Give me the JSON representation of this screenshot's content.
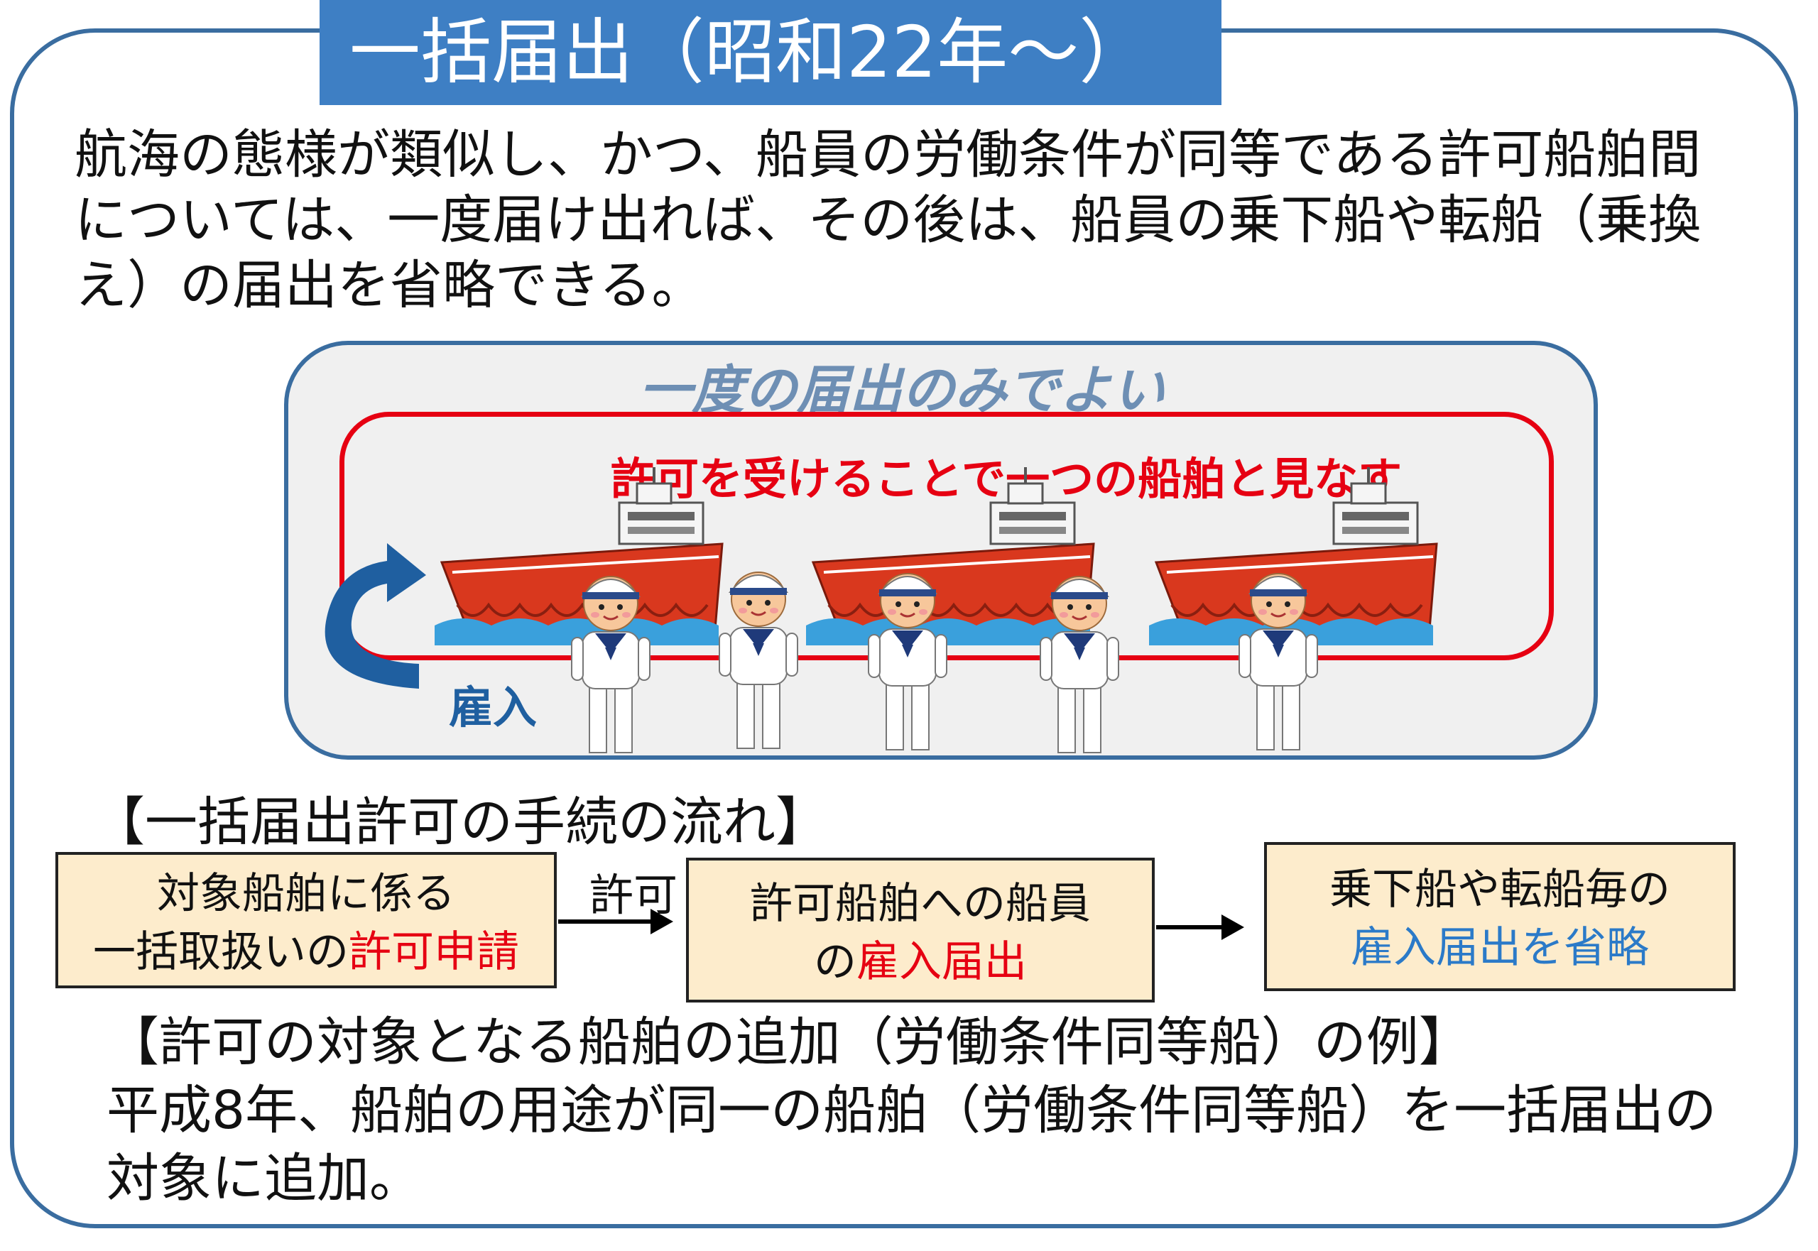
{
  "title": "一括届出（昭和22年～）",
  "intro_lines": [
    "航海の態様が類似し、かつ、船員の労働条件が同等である許可船舶間",
    "については、一度届け出れば、その後は、船員の乗下船や転船（乗換",
    "え）の届出を省略できる。"
  ],
  "diagram": {
    "heading": "一度の届出のみでよい",
    "caption": "許可を受けることで一つの船舶と見なす",
    "hire_label": "雇入",
    "colors": {
      "frame": "#3a6da0",
      "red": "#e60012",
      "arrow": "#1f5fa0",
      "hull": "#d9381e"
    },
    "icons": [
      "ship-icon",
      "sailor-icon",
      "curved-arrow-icon"
    ]
  },
  "flow": {
    "heading": "【一括届出許可の手続の流れ】",
    "step1": {
      "line1": "対象船舶に係る",
      "line2_plain": "一括取扱いの",
      "line2_red": "許可申請"
    },
    "arrow_label": "許可",
    "step2": {
      "line1": "許可船舶への船員",
      "line2_plain": "の",
      "line2_red": "雇入届出"
    },
    "step3": {
      "line1": "乗下船や転船毎の",
      "line2_blue": "雇入届出を省略"
    }
  },
  "example": {
    "heading": "【許可の対象となる船舶の追加（労働条件同等船）の例】",
    "line1": "平成8年、船舶の用途が同一の船舶（労働条件同等船）を一括届出の",
    "line2": "対象に追加。"
  }
}
